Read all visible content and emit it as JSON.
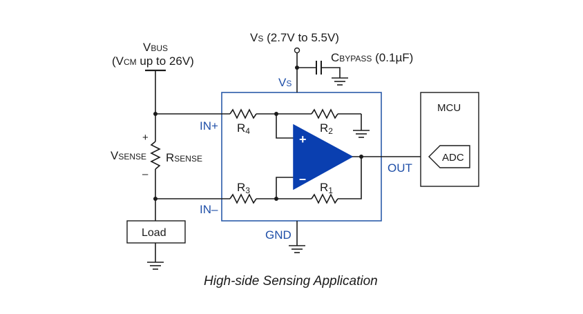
{
  "labels": {
    "vbus_main": "V",
    "vbus_sub": "BUS",
    "vcm_open": "(V",
    "vcm_sub": "CM",
    "vcm_rest": " up to 26V)",
    "vs_top_main": "V",
    "vs_top_sub": "S",
    "vs_top_rest": " (2.7V to 5.5V)",
    "cbypass_main": "C",
    "cbypass_sub": "BYPASS",
    "cbypass_rest": " (0.1µF)",
    "vs_chip_main": "V",
    "vs_chip_sub": "S",
    "in_plus": "IN+",
    "in_minus": "IN–",
    "vsense_main": "V",
    "vsense_sub": "SENSE",
    "rsense_main": "R",
    "rsense_sub": "SENSE",
    "plus_sign": "+",
    "minus_sign": "–",
    "r4_main": "R",
    "r4_sub": "4",
    "r2_main": "R",
    "r2_sub": "2",
    "r3_main": "R",
    "r3_sub": "3",
    "r1_main": "R",
    "r1_sub": "1",
    "opamp_plus": "+",
    "opamp_minus": "–",
    "out": "OUT",
    "gnd": "GND",
    "mcu": "MCU",
    "adc": "ADC",
    "load": "Load",
    "caption": "High-side Sensing Application"
  },
  "colors": {
    "chip_outline": "#2a5aa8",
    "chip_label": "#1f4fa8",
    "opamp_fill": "#0a3fb0",
    "wire": "#1a1a1a"
  }
}
